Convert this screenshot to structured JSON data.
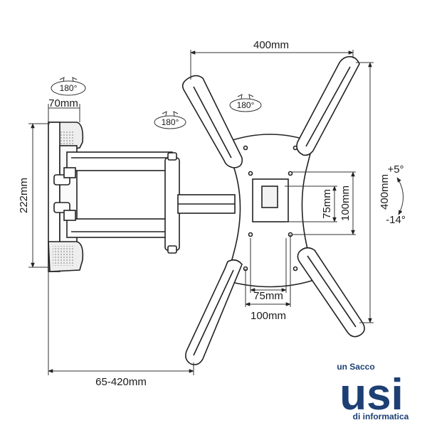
{
  "dimensions": {
    "top_width": "400mm",
    "right_height": "400mm",
    "inner_v_75": "75mm",
    "inner_v_100": "100mm",
    "inner_h_75": "75mm",
    "inner_h_100": "100mm",
    "left_height": "222mm",
    "plate_width": "70mm",
    "extension": "65-420mm"
  },
  "rotations": {
    "wall_plate": "180°",
    "arm_joint": "180°",
    "head_plate": "180°"
  },
  "tilt": {
    "up": "+5°",
    "down": "-14°"
  },
  "logo": {
    "top": "un Sacco",
    "main": "usi",
    "bottom": "di informatica",
    "color": "#1d3f74"
  }
}
